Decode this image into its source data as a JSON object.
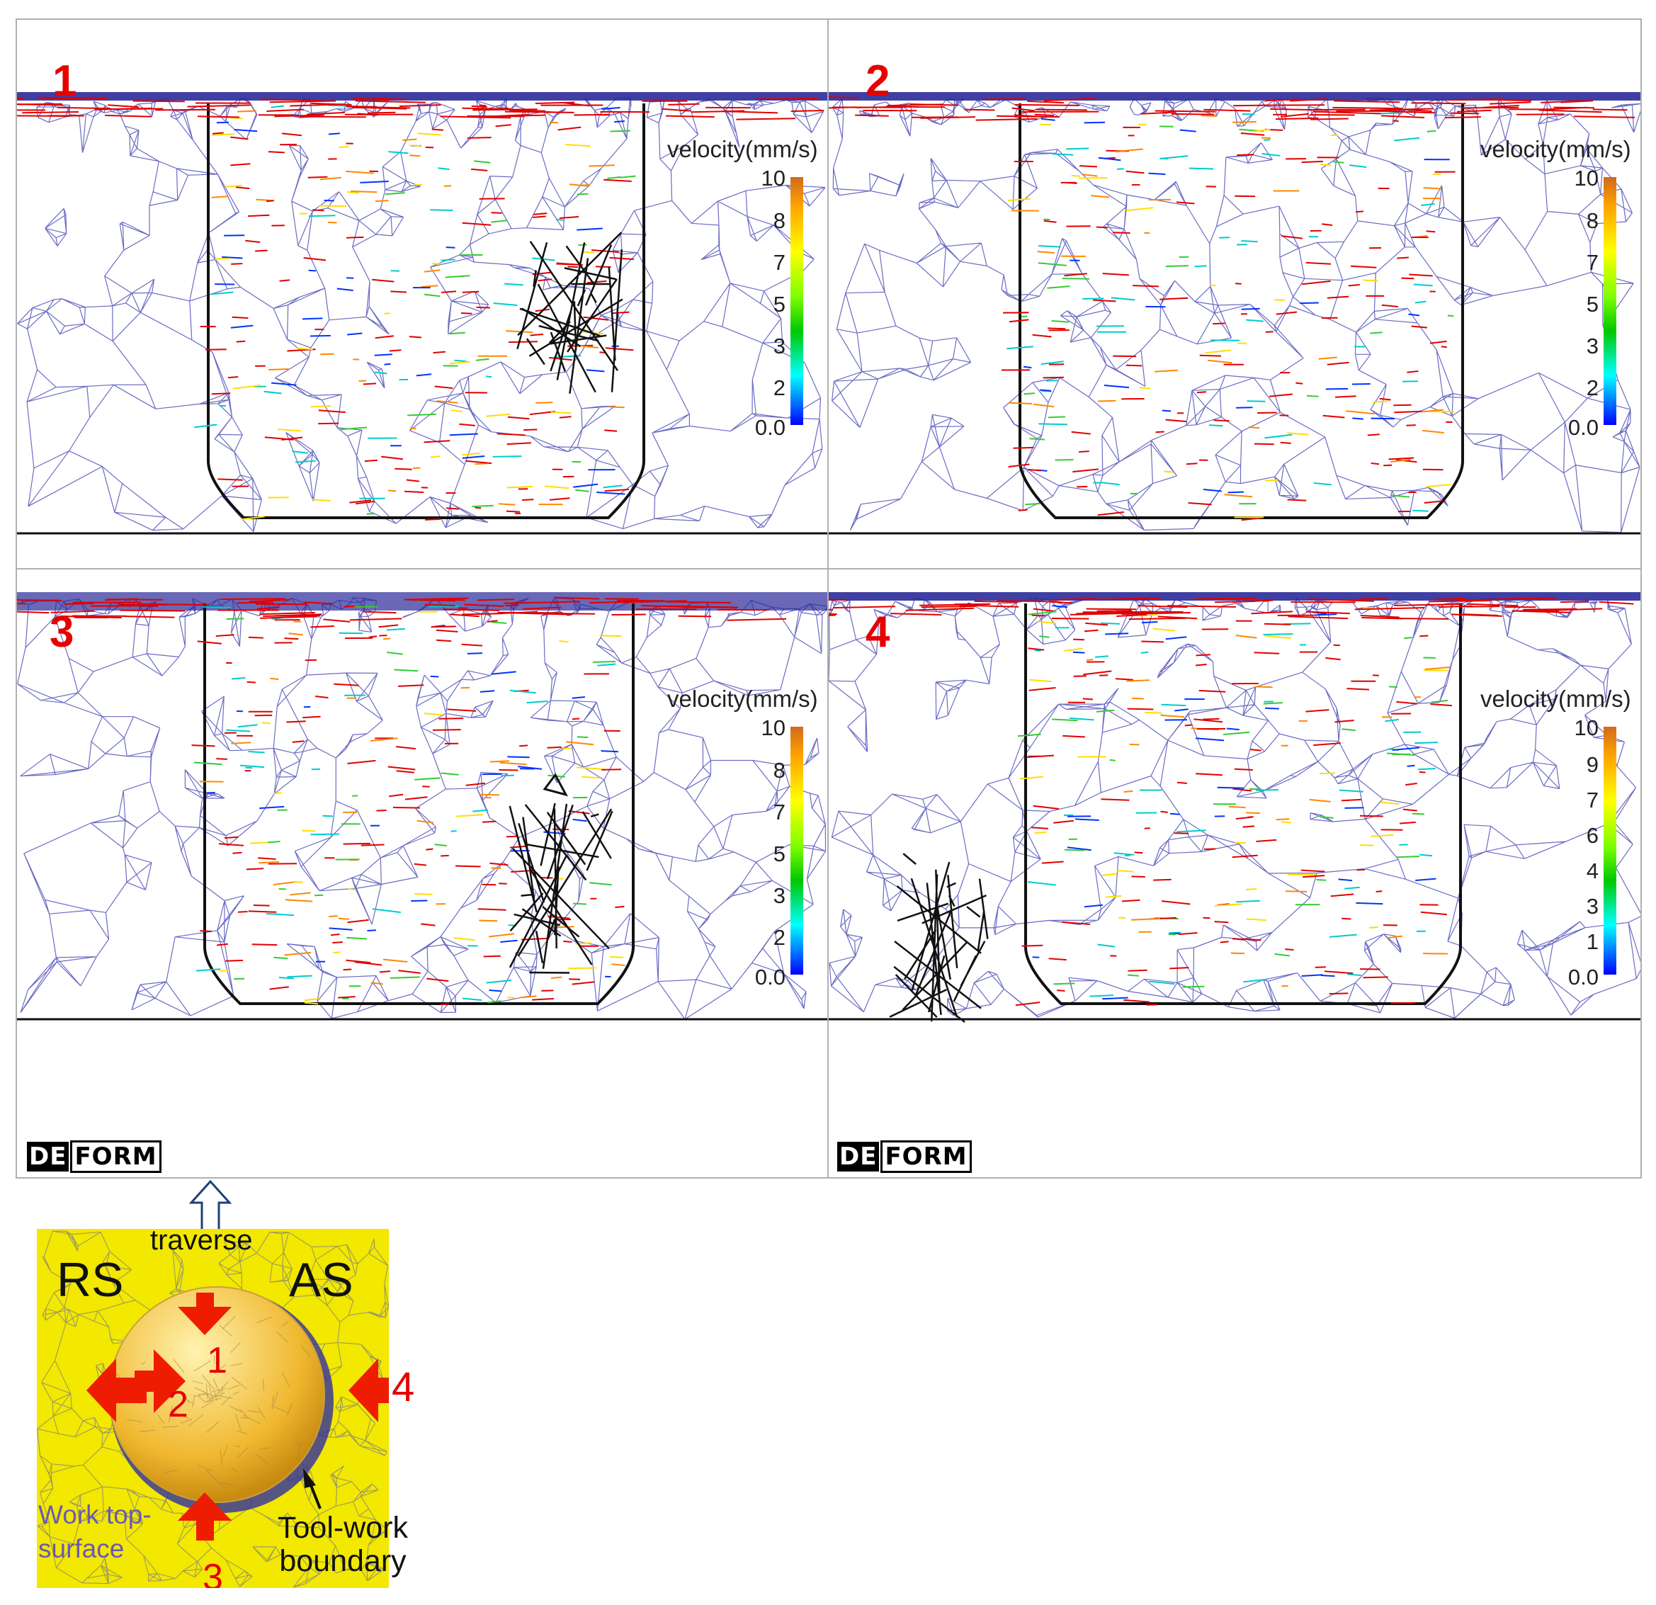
{
  "panels": [
    {
      "number": "1",
      "legend": {
        "title": "velocity(mm/s)",
        "ticks": [
          "10",
          "8",
          "7",
          "5",
          "3",
          "2",
          "0.0"
        ]
      }
    },
    {
      "number": "2",
      "legend": {
        "title": "velocity(mm/s)",
        "ticks": [
          "10",
          "8",
          "7",
          "5",
          "3",
          "2",
          "0.0"
        ]
      }
    },
    {
      "number": "3",
      "legend": {
        "title": "velocity(mm/s)",
        "ticks": [
          "10",
          "8",
          "7",
          "5",
          "3",
          "2",
          "0.0"
        ]
      }
    },
    {
      "number": "4",
      "legend": {
        "title": "velocity(mm/s)",
        "ticks": [
          "10",
          "9",
          "7",
          "6",
          "4",
          "3",
          "1",
          "0.0"
        ]
      }
    }
  ],
  "logo": {
    "part1": "DE",
    "part2": "FORM"
  },
  "inset": {
    "traverse": "traverse",
    "rs": "RS",
    "as": "AS",
    "arrow1": "1",
    "arrow2": "2",
    "arrow3": "3",
    "arrow4": "4",
    "work_top_surface_line1": "Work top-",
    "work_top_surface_line2": "surface",
    "tool_work_line1": "Tool-work",
    "tool_work_line2": "boundary"
  },
  "colors": {
    "panel_number": "#e60000",
    "mesh": "#3a3ab0",
    "vector": "#e00000",
    "inset_bg": "#f2e800",
    "tool": "#e8a818"
  }
}
